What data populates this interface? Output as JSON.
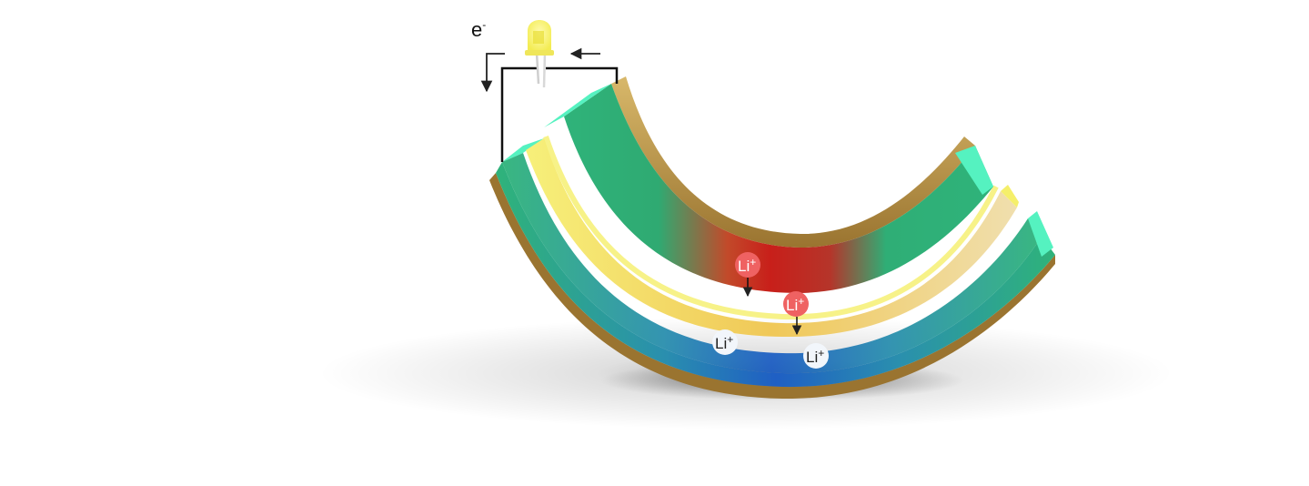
{
  "diagram": {
    "electron_label": "e",
    "electron_superscript": "-",
    "ions": [
      {
        "text": "Li",
        "charge": "+",
        "color": "#ef6262",
        "text_color": "#ffffff",
        "region": "cathode"
      },
      {
        "text": "Li",
        "charge": "+",
        "color": "#ef6262",
        "text_color": "#ffffff",
        "region": "separator"
      },
      {
        "text": "Li",
        "charge": "+",
        "color": "#f2f6fb",
        "text_color": "#222222",
        "region": "anode"
      },
      {
        "text": "Li",
        "charge": "+",
        "color": "#f2f6fb",
        "text_color": "#222222",
        "region": "anode"
      }
    ],
    "colors": {
      "current_collector": "#b48a3c",
      "electrode_green": "#2fb37a",
      "electrode_teal_edge": "#55f2c0",
      "cathode_hot_red": "#c81f1a",
      "separator_yellow": "#f5ef6a",
      "separator_cream": "#f0dfae",
      "anode_blue": "#1f5fc4",
      "led_yellow": "#f3ec52",
      "wire": "#111111"
    },
    "icons": [
      "led-bulb-icon",
      "arrow-left-icon",
      "arrow-down-icon"
    ]
  }
}
